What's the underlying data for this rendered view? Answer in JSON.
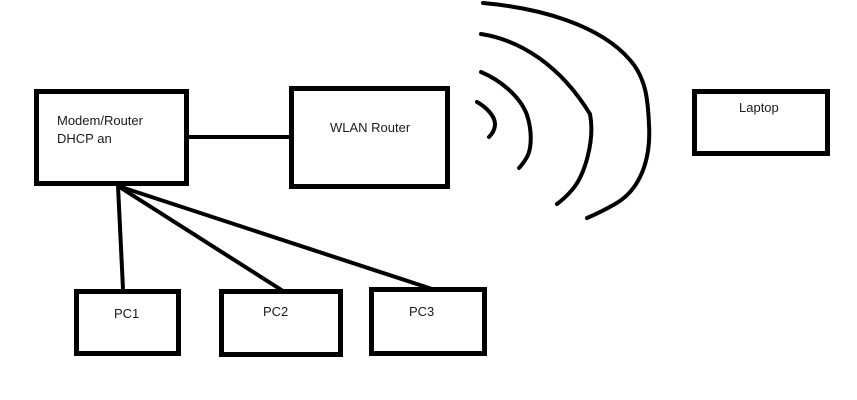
{
  "diagram": {
    "type": "network-topology",
    "nodes": {
      "modem": {
        "label_lines": [
          "Modem/Router",
          "DHCP an"
        ]
      },
      "wlan": {
        "label": "WLAN Router"
      },
      "laptop": {
        "label": "Laptop"
      },
      "pc1": {
        "label": "PC1"
      },
      "pc2": {
        "label": "PC2"
      },
      "pc3": {
        "label": "PC3"
      }
    },
    "connections": [
      {
        "from": "modem",
        "to": "wlan",
        "kind": "wired"
      },
      {
        "from": "modem",
        "to": "pc1",
        "kind": "wired"
      },
      {
        "from": "modem",
        "to": "pc2",
        "kind": "wired"
      },
      {
        "from": "modem",
        "to": "pc3",
        "kind": "wired"
      },
      {
        "from": "wlan",
        "to": "laptop",
        "kind": "wireless"
      }
    ],
    "wireless_signal": {
      "icon": "wifi-signal-arcs",
      "arc_count": 4
    },
    "colors": {
      "stroke": "#000000",
      "background": "#ffffff",
      "text": "#1a1a1a"
    }
  }
}
